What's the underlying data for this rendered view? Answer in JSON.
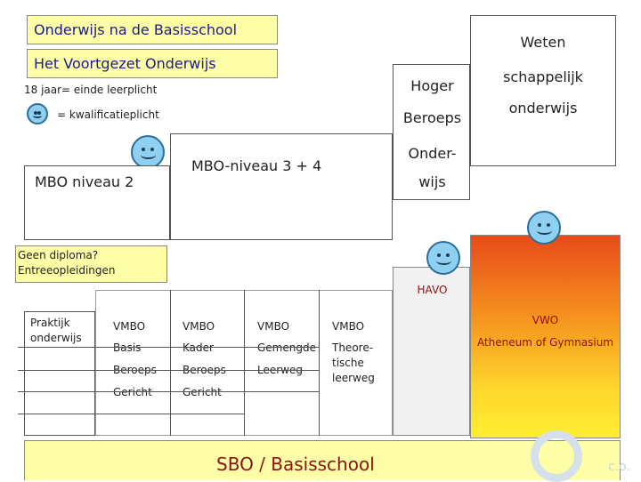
{
  "header": {
    "title1": "Onderwijs na de Basisschool",
    "title2": "Het Voortgezet Onderwijs",
    "note_leerplicht": "18 jaar= einde leerplicht",
    "note_kwalificatie": "= kwalificatieplicht"
  },
  "wo": {
    "line1": "Weten",
    "line2": "schappelijk",
    "line3": "onderwijs"
  },
  "hbo": {
    "line1": "Hoger",
    "line2": "Beroeps",
    "line3": "Onder-",
    "line4": "wijs"
  },
  "mbo": {
    "niveau34": "MBO-niveau 3 + 4",
    "niveau2": "MBO niveau 2"
  },
  "entree": {
    "line1": "Geen diploma?",
    "line2": "Entreeopleidingen"
  },
  "havo": {
    "label": "HAVO"
  },
  "vwo": {
    "line1": "VWO",
    "line2": "Atheneum of Gymnasium"
  },
  "praktijk": {
    "line1": "Praktijk",
    "line2": "onderwijs"
  },
  "vmbo": {
    "basis": [
      "VMBO",
      "Basis",
      "Beroeps",
      "Gericht"
    ],
    "kader": [
      "VMBO",
      "Kader",
      "Beroeps",
      "Gericht"
    ],
    "gemengde": [
      "VMBO",
      "Gemengde",
      "Leerweg"
    ],
    "theoretische": [
      "VMBO",
      "Theore-",
      "tische",
      "leerweg"
    ]
  },
  "footer": {
    "label": "SBO / Basisschool",
    "watermark": "c.o."
  },
  "colors": {
    "title_text": "#1a1a8c",
    "footer_text": "#8b1010",
    "smiley": "#8fcff0",
    "yellow_box": "#ffffa8",
    "vwo_gradient_top": "#e84a1a",
    "vwo_gradient_bottom": "#ffee33"
  }
}
